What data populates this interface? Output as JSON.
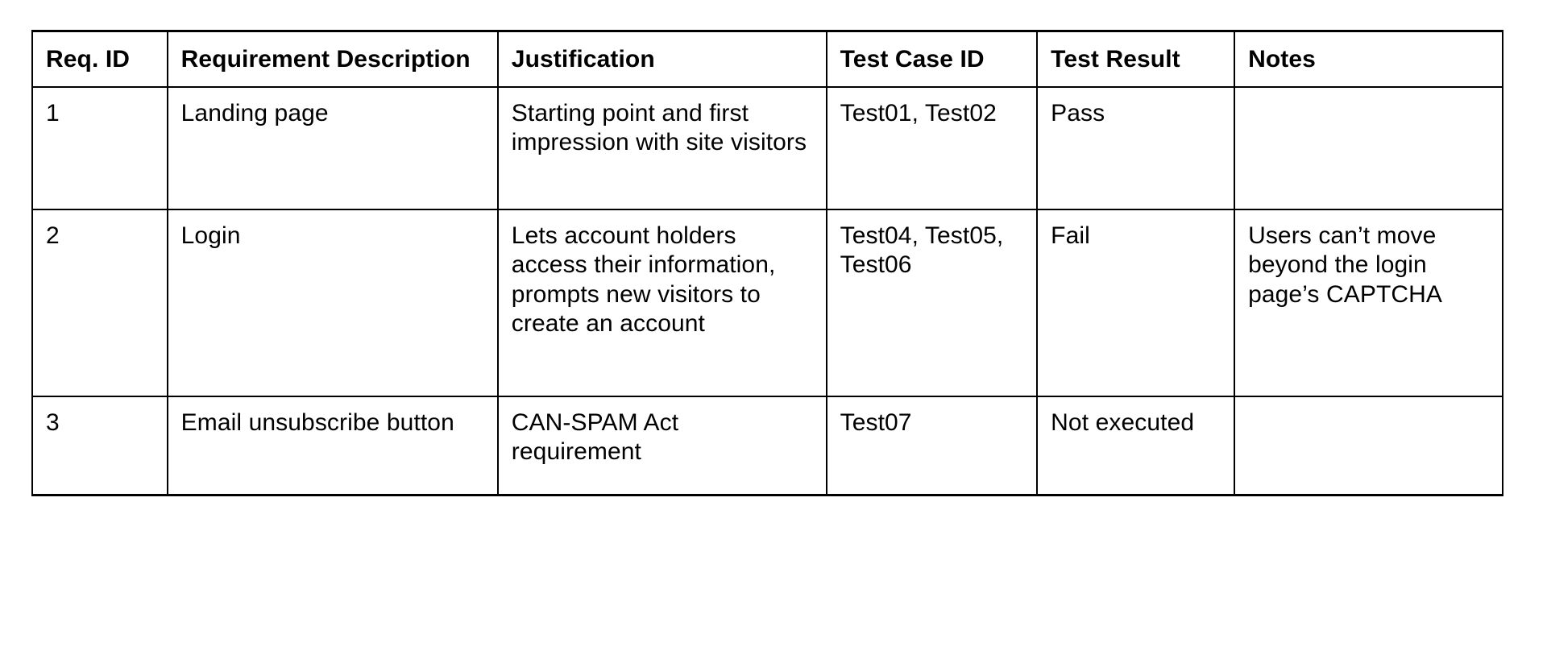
{
  "document": {
    "type": "requirements-traceability-table",
    "background_color": "#ffffff",
    "text_color": "#000000",
    "border_color": "#000000"
  },
  "table": {
    "columns": [
      {
        "key": "req_id",
        "label": "Req. ID"
      },
      {
        "key": "description",
        "label": "Requirement Description"
      },
      {
        "key": "justification",
        "label": "Justification"
      },
      {
        "key": "test_case_id",
        "label": "Test Case ID"
      },
      {
        "key": "test_result",
        "label": "Test Result"
      },
      {
        "key": "notes",
        "label": "Notes"
      }
    ],
    "rows": [
      {
        "req_id": "1",
        "description": "Landing page",
        "justification": "Starting point and first impression with site visitors",
        "test_case_id": "Test01, Test02",
        "test_result": "Pass",
        "notes": ""
      },
      {
        "req_id": "2",
        "description": "Login",
        "justification": "Lets account holders access their information, prompts new visitors to create an account",
        "test_case_id": "Test04, Test05, Test06",
        "test_result": "Fail",
        "notes": "Users can’t move beyond the login page’s CAPTCHA"
      },
      {
        "req_id": "3",
        "description": "Email unsubscribe button",
        "justification": "CAN-SPAM Act requirement",
        "test_case_id": "Test07",
        "test_result": "Not executed",
        "notes": ""
      }
    ]
  }
}
